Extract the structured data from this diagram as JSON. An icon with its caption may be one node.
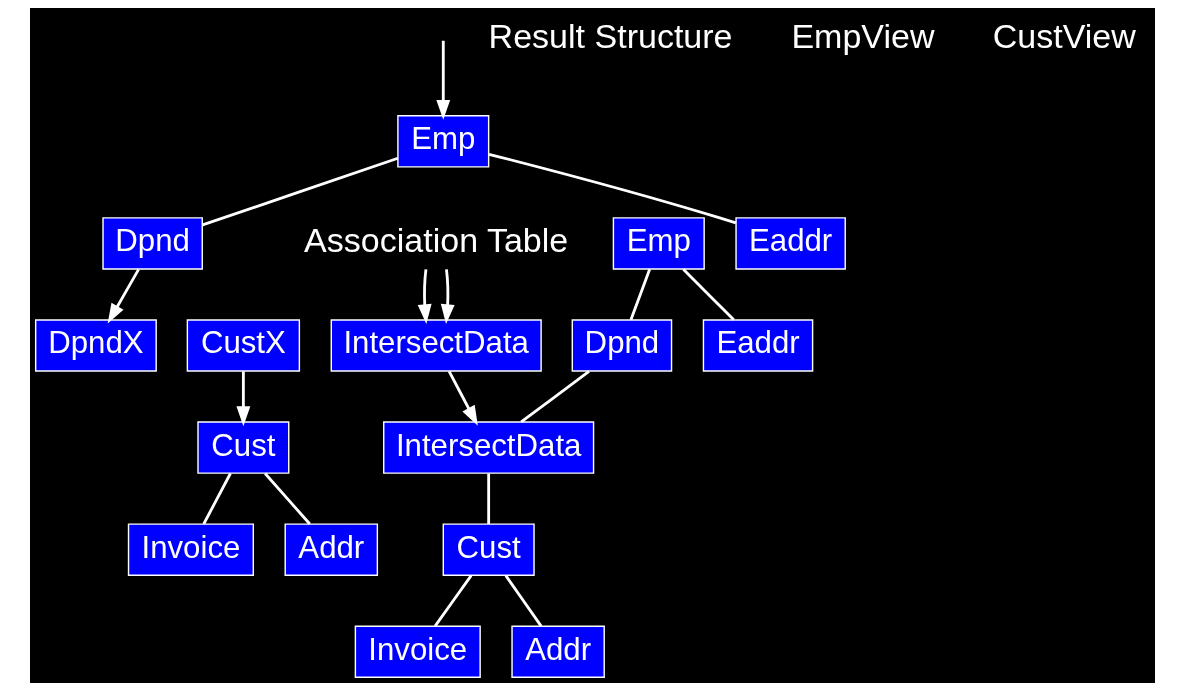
{
  "diagram": {
    "nodes": [
      {
        "text": [
          "Emp"
        ]
      },
      {
        "text": [
          "Dpnd"
        ]
      },
      {
        "text": [
          "Eaddr"
        ]
      },
      {
        "text": [
          "DpndX"
        ]
      },
      {
        "text": [
          "CustX"
        ]
      },
      {
        "text": [
          "IntersectData"
        ]
      },
      {
        "text": [
          "Cust"
        ]
      },
      {
        "text": [
          "Invoice"
        ]
      },
      {
        "text": [
          "Addr"
        ]
      },
      {
        "text": [
          "Association Table"
        ]
      },
      {
        "text": [
          "Emp"
        ]
      },
      {
        "text": [
          "Dpnd"
        ]
      },
      {
        "text": [
          "Eaddr"
        ]
      },
      {
        "text": [
          "IntersectData"
        ]
      },
      {
        "text": [
          "Cust"
        ]
      },
      {
        "text": [
          "Invoice"
        ]
      },
      {
        "text": [
          "Addr"
        ]
      }
    ],
    "edges": [
      {
        "from": null,
        "to": 0,
        "arrow": "to"
      },
      {
        "from": 0,
        "to": 1,
        "arrow": "none"
      },
      {
        "from": 0,
        "to": 2,
        "arrow": "none"
      },
      {
        "from": 1,
        "to": 3,
        "arrow": "to"
      },
      {
        "from": 4,
        "to": 6,
        "arrow": "to"
      },
      {
        "from": 6,
        "to": 7,
        "arrow": "none"
      },
      {
        "from": 6,
        "to": 8,
        "arrow": "none"
      },
      {
        "from": 9,
        "to": 5,
        "arrow": "to"
      },
      {
        "from": 9,
        "to": 5,
        "arrow": "to"
      },
      {
        "from": 5,
        "to": 13,
        "arrow": "to"
      },
      {
        "from": 10,
        "to": 11,
        "arrow": "none"
      },
      {
        "from": 10,
        "to": 12,
        "arrow": "none"
      },
      {
        "from": 11,
        "to": 13,
        "arrow": "none"
      },
      {
        "from": 13,
        "to": 14,
        "arrow": "none"
      },
      {
        "from": 14,
        "to": 15,
        "arrow": "none"
      },
      {
        "from": 14,
        "to": 16,
        "arrow": "none"
      }
    ],
    "labels": [
      "Result Structure",
      "EmpView",
      "CustView"
    ]
  }
}
